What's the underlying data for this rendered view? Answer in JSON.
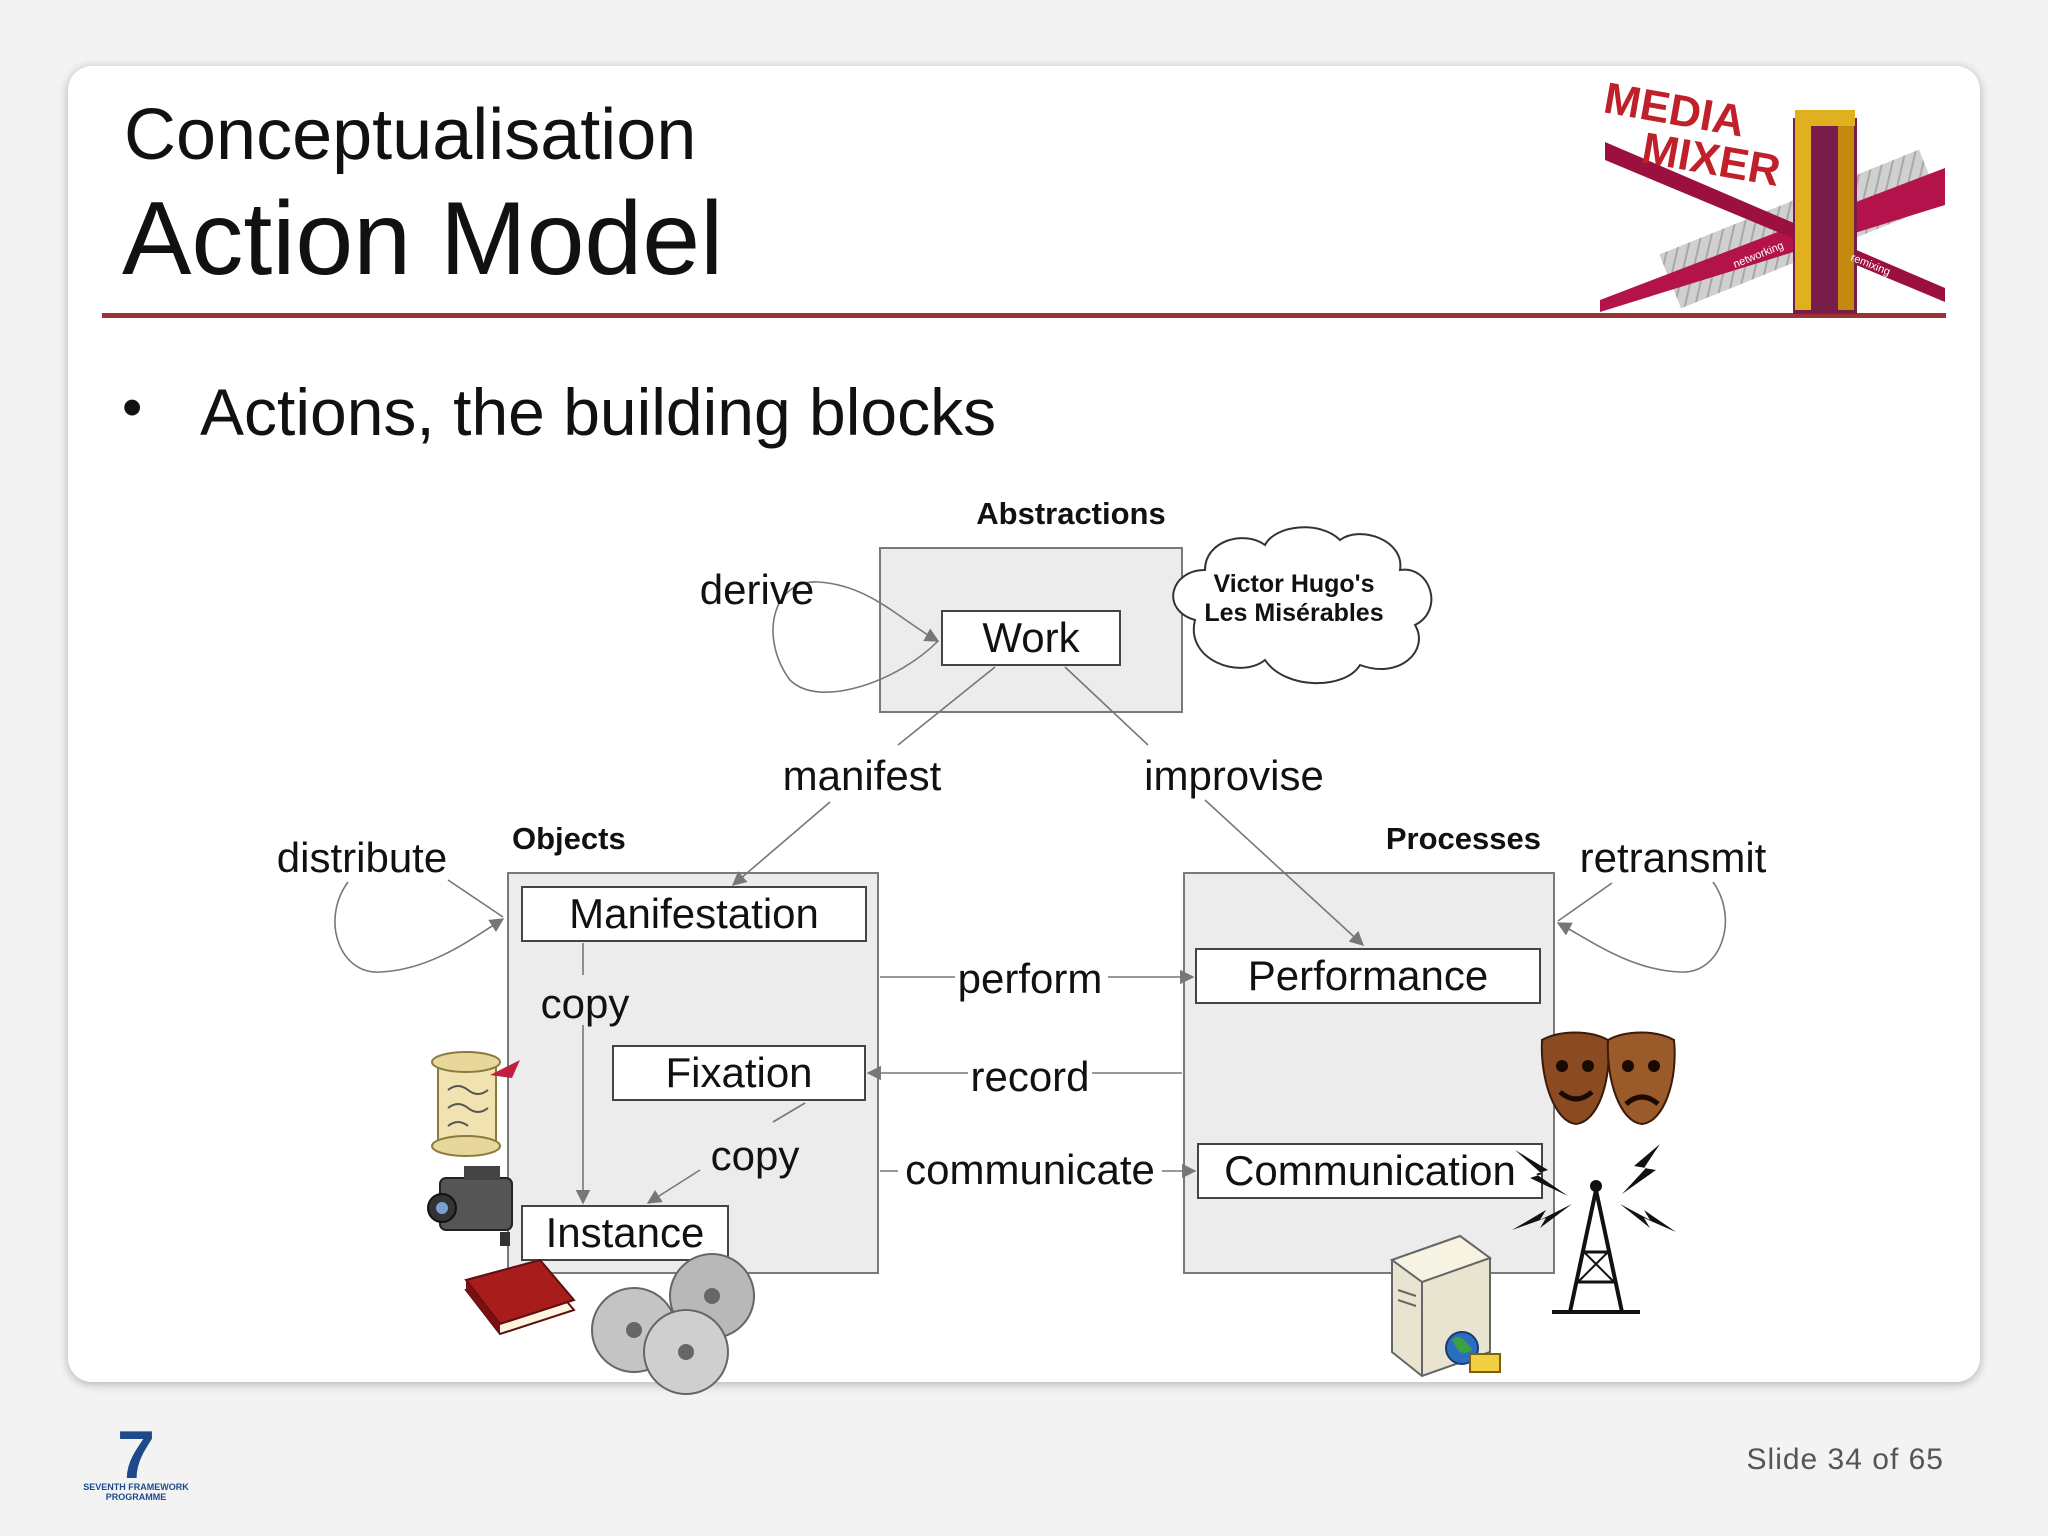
{
  "slide": {
    "subtitle": "Conceptualisation",
    "title": "Action Model",
    "bullet": "Actions, the building blocks",
    "footer": "Slide 34 of  65"
  },
  "logo": {
    "line1": "MEDIA",
    "line2": "MIXER",
    "tag1": "networking",
    "tag2": "remixing"
  },
  "fp7": {
    "numeral": "7",
    "line1": "SEVENTH FRAMEWORK",
    "line2": "PROGRAMME"
  },
  "diagram": {
    "sections": {
      "abstractions": "Abstractions",
      "objects": "Objects",
      "processes": "Processes"
    },
    "nodes": {
      "work": "Work",
      "manifestation": "Manifestation",
      "fixation": "Fixation",
      "instance": "Instance",
      "performance": "Performance",
      "communication": "Communication"
    },
    "cloud": {
      "line1": "Victor Hugo's",
      "line2": "Les Misérables"
    },
    "actions": {
      "derive": "derive",
      "manifest": "manifest",
      "improvise": "improvise",
      "distribute": "distribute",
      "retransmit": "retransmit",
      "copy1": "copy",
      "copy2": "copy",
      "perform": "perform",
      "record": "record",
      "communicate": "communicate"
    },
    "icons": [
      "scroll-icon",
      "video-camera-icon",
      "book-icon",
      "cd-stack-icon",
      "theater-masks-icon",
      "broadcast-tower-icon",
      "server-icon"
    ]
  }
}
